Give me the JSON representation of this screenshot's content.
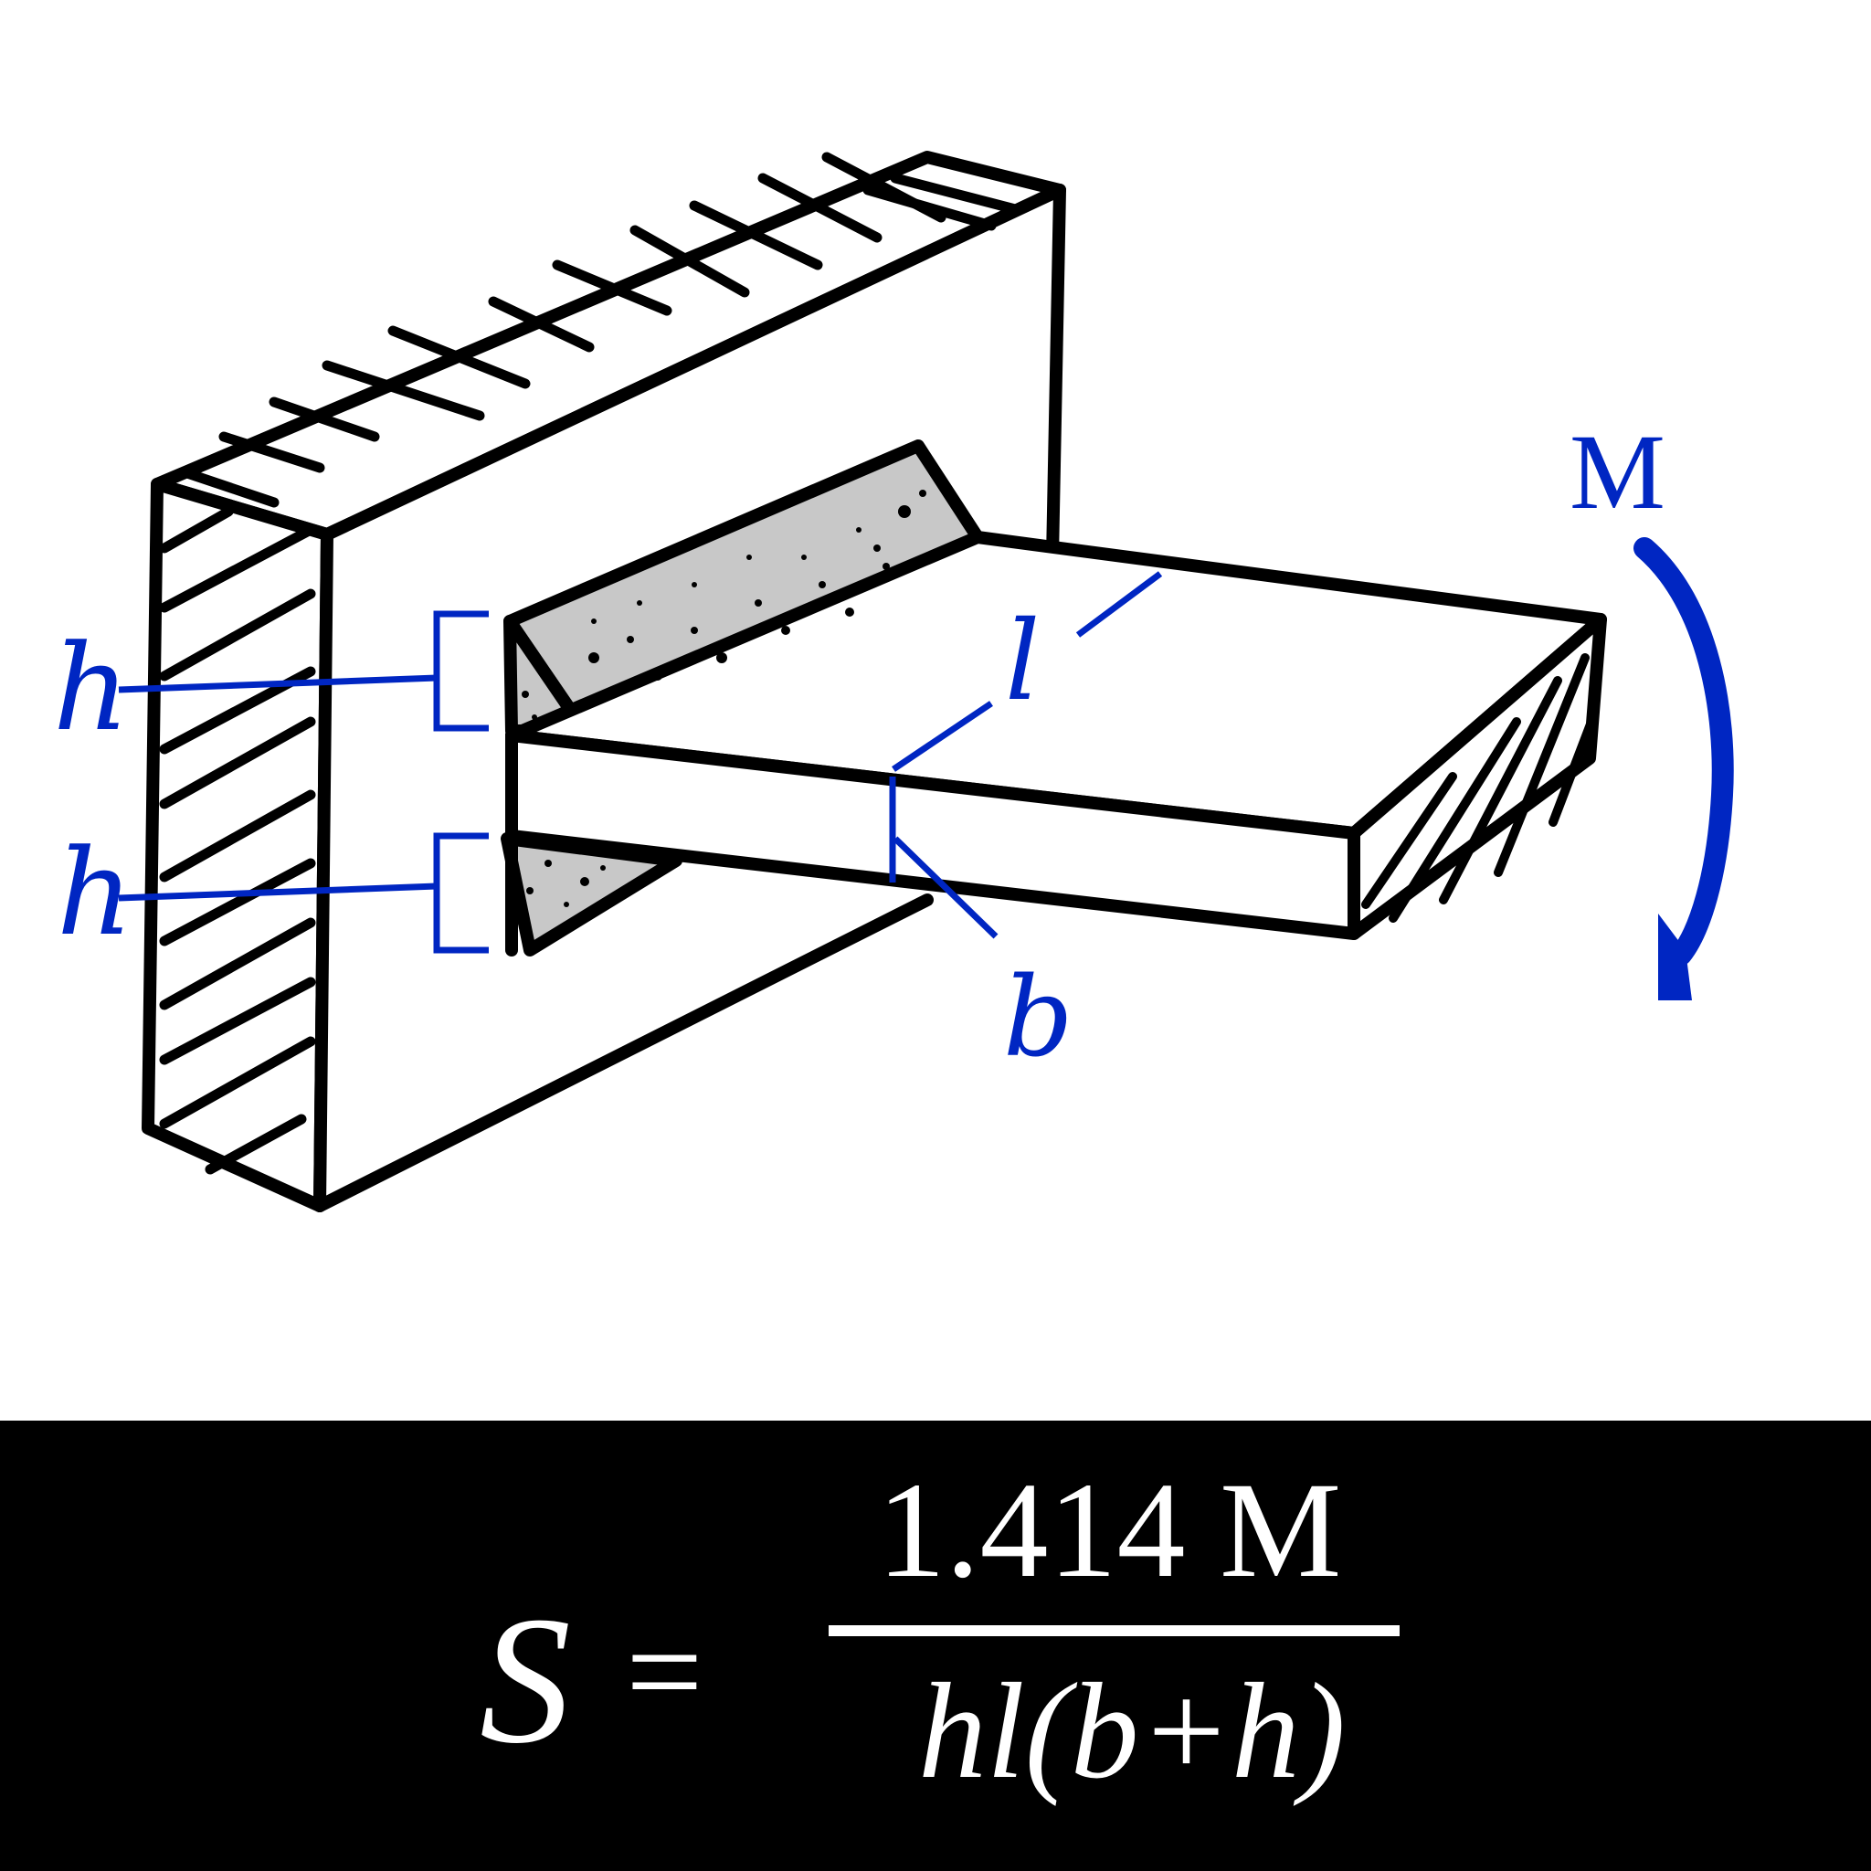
{
  "diagram": {
    "title": "Fillet-welded rectangular bar under bending moment",
    "accent_color": "#0026c2",
    "line_color": "#000000",
    "weld_fill_color": "#c8c8c8",
    "labels": {
      "h_top": "h",
      "h_bottom": "h",
      "l": "l",
      "b": "b",
      "M": "M"
    },
    "parts": [
      {
        "id": "wall",
        "description": "Hatched fixed support plate"
      },
      {
        "id": "beam",
        "description": "Rectangular cantilever bar"
      },
      {
        "id": "weld-top",
        "description": "Top fillet weld, stippled"
      },
      {
        "id": "weld-bottom",
        "description": "Bottom fillet weld, stippled"
      },
      {
        "id": "moment-arrow",
        "description": "Clockwise moment arrow at free end"
      }
    ]
  },
  "formula": {
    "lhs": "S",
    "equals": "=",
    "numerator": "1.414 M",
    "denominator": "hl(b+h)",
    "background": "#000000",
    "text_color": "#ffffff"
  }
}
